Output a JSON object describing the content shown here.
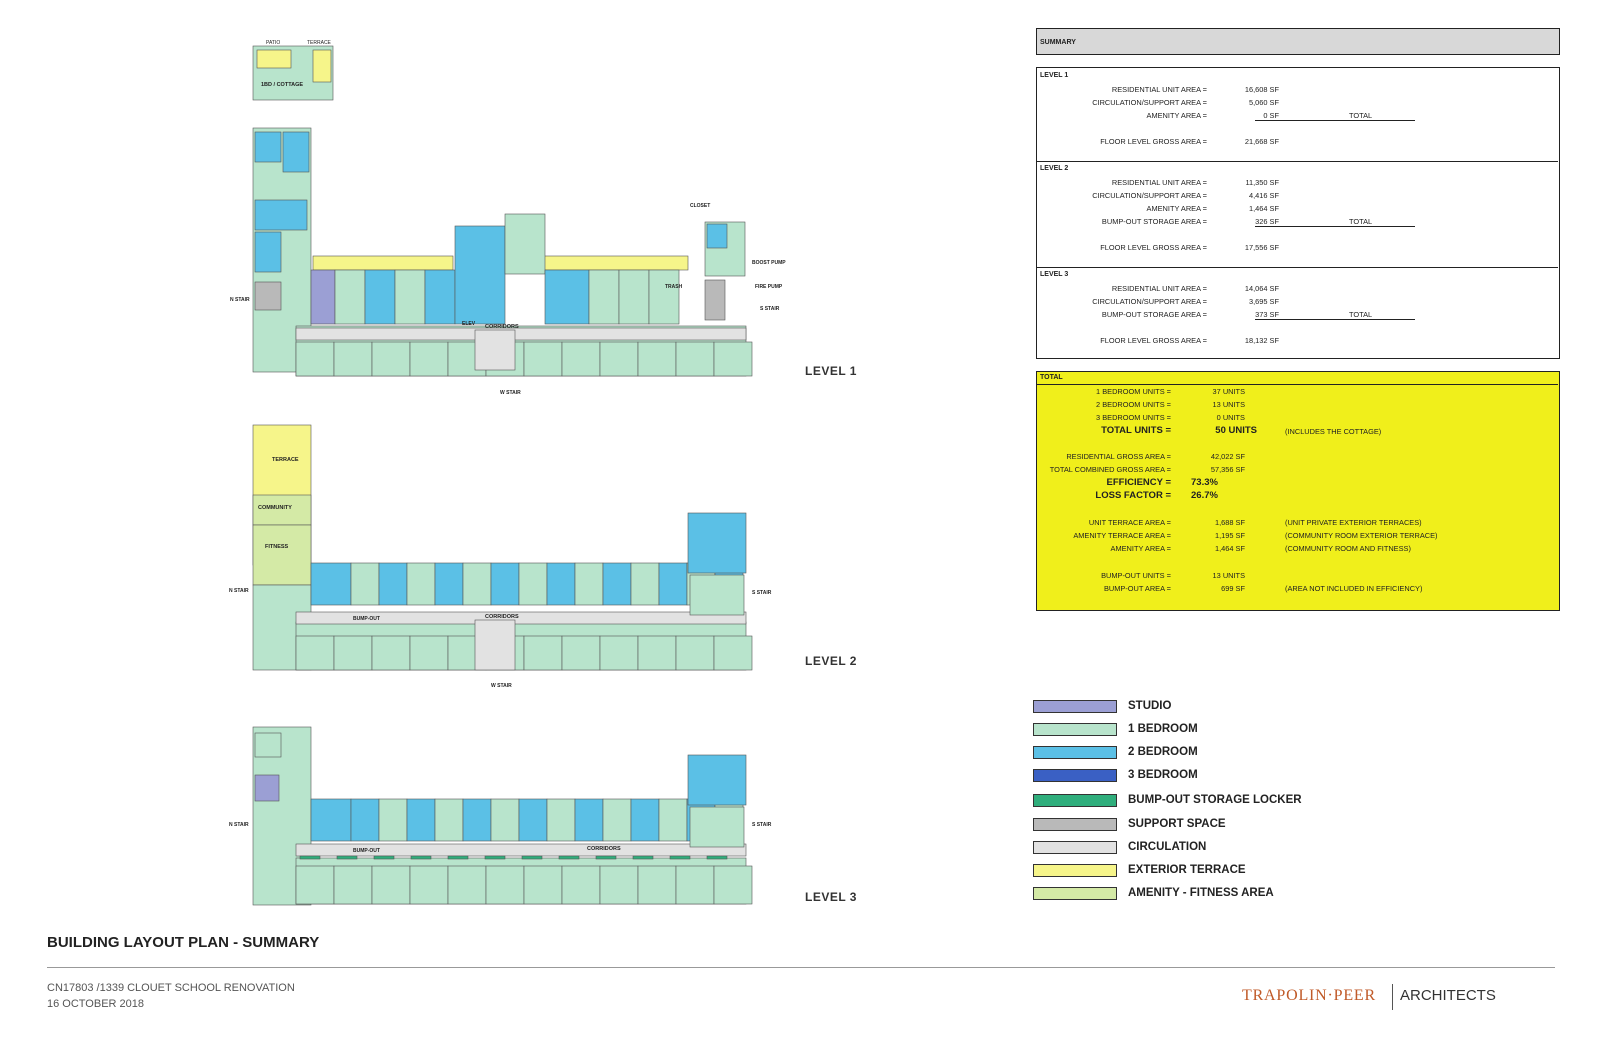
{
  "level_labels": [
    "LEVEL 1",
    "LEVEL 2",
    "LEVEL 3"
  ],
  "plan_labels": {
    "cottage": "1BD / COTTAGE",
    "patio": "PATIO",
    "terrace": "TERRACE",
    "corridors": "CORRIDORS",
    "community": "COMMUNITY",
    "fitness": "FITNESS",
    "n_stair": "N STAIR",
    "s_stair": "S STAIR",
    "w_stair": "W STAIR",
    "bump_out": "BUMP-OUT",
    "boost_pump": "BOOST PUMP",
    "fire_pump": "FIRE PUMP",
    "closet": "CLOSET",
    "trash": "TRASH",
    "elev": "ELEV"
  },
  "summary": {
    "header": "SUMMARY",
    "levels": [
      {
        "title": "LEVEL 1",
        "rows": [
          {
            "label": "RESIDENTIAL UNIT AREA =",
            "value": "16,608 SF"
          },
          {
            "label": "CIRCULATION/SUPPORT AREA =",
            "value": "5,060 SF"
          },
          {
            "label": "AMENITY AREA =",
            "value": "0 SF"
          }
        ],
        "total_label": "TOTAL",
        "gross_label": "FLOOR LEVEL GROSS AREA =",
        "gross_value": "21,668 SF"
      },
      {
        "title": "LEVEL 2",
        "rows": [
          {
            "label": "RESIDENTIAL UNIT AREA =",
            "value": "11,350 SF"
          },
          {
            "label": "CIRCULATION/SUPPORT AREA =",
            "value": "4,416 SF"
          },
          {
            "label": "AMENITY AREA =",
            "value": "1,464 SF"
          },
          {
            "label": "BUMP-OUT STORAGE AREA =",
            "value": "326 SF"
          }
        ],
        "total_label": "TOTAL",
        "gross_label": "FLOOR LEVEL GROSS AREA =",
        "gross_value": "17,556 SF"
      },
      {
        "title": "LEVEL 3",
        "rows": [
          {
            "label": "RESIDENTIAL UNIT AREA =",
            "value": "14,064 SF"
          },
          {
            "label": "CIRCULATION/SUPPORT AREA =",
            "value": "3,695 SF"
          },
          {
            "label": "BUMP-OUT STORAGE AREA =",
            "value": "373 SF"
          }
        ],
        "total_label": "TOTAL",
        "gross_label": "FLOOR LEVEL GROSS AREA =",
        "gross_value": "18,132 SF"
      }
    ]
  },
  "totals": {
    "header": "TOTAL",
    "units": [
      {
        "label": "1 BEDROOM UNITS =",
        "value": "37 UNITS"
      },
      {
        "label": "2 BEDROOM UNITS =",
        "value": "13 UNITS"
      },
      {
        "label": "3 BEDROOM UNITS =",
        "value": "0 UNITS"
      }
    ],
    "total_units_label": "TOTAL UNITS =",
    "total_units_value": "50 UNITS",
    "total_units_note": "(INCLUDES THE COTTAGE)",
    "areas": [
      {
        "label": "RESIDENTIAL GROSS AREA =",
        "value": "42,022 SF"
      },
      {
        "label": "TOTAL COMBINED GROSS AREA =",
        "value": "57,356 SF"
      }
    ],
    "efficiency_label": "EFFICIENCY =",
    "efficiency_value": "73.3%",
    "loss_label": "LOSS FACTOR =",
    "loss_value": "26.7%",
    "amenities": [
      {
        "label": "UNIT TERRACE AREA =",
        "value": "1,688 SF",
        "note": "(UNIT PRIVATE EXTERIOR TERRACES)"
      },
      {
        "label": "AMENITY TERRACE AREA =",
        "value": "1,195 SF",
        "note": "(COMMUNITY ROOM EXTERIOR TERRACE)"
      },
      {
        "label": "AMENITY AREA =",
        "value": "1,464 SF",
        "note": "(COMMUNITY ROOM AND FITNESS)"
      }
    ],
    "bumpout": [
      {
        "label": "BUMP-OUT UNITS =",
        "value": "13 UNITS",
        "note": ""
      },
      {
        "label": "BUMP-OUT AREA =",
        "value": "699 SF",
        "note": "(AREA NOT INCLUDED IN EFFICIENCY)"
      }
    ]
  },
  "legend": [
    {
      "label": "STUDIO",
      "color": "#9b9fd4"
    },
    {
      "label": "1 BEDROOM",
      "color": "#b8e4cc"
    },
    {
      "label": "2 BEDROOM",
      "color": "#5bc0e6"
    },
    {
      "label": "3 BEDROOM",
      "color": "#3a60c4"
    },
    {
      "label": "BUMP-OUT STORAGE LOCKER",
      "color": "#2fae7c"
    },
    {
      "label": "SUPPORT SPACE",
      "color": "#b9b9b9"
    },
    {
      "label": "CIRCULATION",
      "color": "#e2e2e2"
    },
    {
      "label": "EXTERIOR TERRACE",
      "color": "#f6f58a"
    },
    {
      "label": "AMENITY - FITNESS AREA",
      "color": "#d4eaa6"
    }
  ],
  "footer": {
    "title": "BUILDING LAYOUT PLAN - SUMMARY",
    "project": "CN17803 /1339 CLOUET SCHOOL RENOVATION",
    "date": "16 OCTOBER 2018",
    "brand": "TRAPOLIN·PEER",
    "brand_suffix": "ARCHITECTS"
  },
  "colors": {
    "studio": "#9b9fd4",
    "one_bed": "#b8e4cc",
    "two_bed": "#5bc0e6",
    "terrace": "#f6f58a",
    "circulation": "#e2e2e2",
    "support": "#b9b9b9",
    "amenity": "#d4eaa6",
    "bumpout": "#2fae7c",
    "total_bg": "#f0ef1b",
    "brand": "#c05a28"
  }
}
